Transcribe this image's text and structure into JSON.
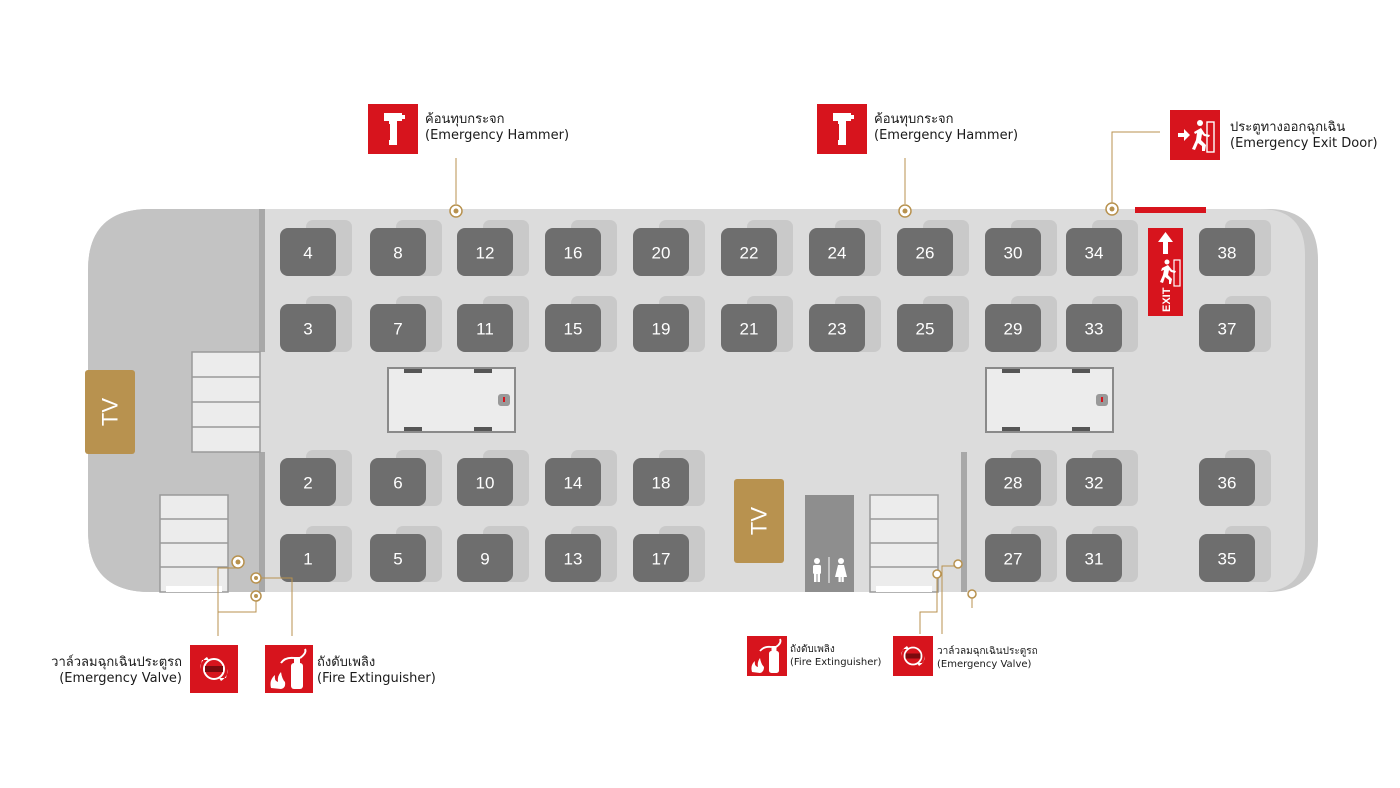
{
  "seats": [
    {
      "n": "4",
      "col": 0,
      "row": 0
    },
    {
      "n": "3",
      "col": 0,
      "row": 1
    },
    {
      "n": "2",
      "col": 0,
      "row": 2
    },
    {
      "n": "1",
      "col": 0,
      "row": 3
    },
    {
      "n": "8",
      "col": 1,
      "row": 0
    },
    {
      "n": "7",
      "col": 1,
      "row": 1
    },
    {
      "n": "6",
      "col": 1,
      "row": 2
    },
    {
      "n": "5",
      "col": 1,
      "row": 3
    },
    {
      "n": "12",
      "col": 2,
      "row": 0
    },
    {
      "n": "11",
      "col": 2,
      "row": 1
    },
    {
      "n": "10",
      "col": 2,
      "row": 2
    },
    {
      "n": "9",
      "col": 2,
      "row": 3
    },
    {
      "n": "16",
      "col": 3,
      "row": 0
    },
    {
      "n": "15",
      "col": 3,
      "row": 1
    },
    {
      "n": "14",
      "col": 3,
      "row": 2
    },
    {
      "n": "13",
      "col": 3,
      "row": 3
    },
    {
      "n": "20",
      "col": 4,
      "row": 0
    },
    {
      "n": "19",
      "col": 4,
      "row": 1
    },
    {
      "n": "18",
      "col": 4,
      "row": 2
    },
    {
      "n": "17",
      "col": 4,
      "row": 3
    },
    {
      "n": "22",
      "col": 5,
      "row": 0
    },
    {
      "n": "21",
      "col": 5,
      "row": 1
    },
    {
      "n": "24",
      "col": 6,
      "row": 0
    },
    {
      "n": "23",
      "col": 6,
      "row": 1
    },
    {
      "n": "26",
      "col": 7,
      "row": 0
    },
    {
      "n": "25",
      "col": 7,
      "row": 1
    },
    {
      "n": "30",
      "col": 8,
      "row": 0
    },
    {
      "n": "29",
      "col": 8,
      "row": 1
    },
    {
      "n": "28",
      "col": 8,
      "row": 2
    },
    {
      "n": "27",
      "col": 8,
      "row": 3
    },
    {
      "n": "34",
      "col": 9,
      "row": 0
    },
    {
      "n": "33",
      "col": 9,
      "row": 1
    },
    {
      "n": "32",
      "col": 9,
      "row": 2
    },
    {
      "n": "31",
      "col": 9,
      "row": 3
    },
    {
      "n": "38",
      "col": 10,
      "row": 0
    },
    {
      "n": "37",
      "col": 10,
      "row": 1
    },
    {
      "n": "36",
      "col": 10,
      "row": 2
    },
    {
      "n": "35",
      "col": 10,
      "row": 3
    }
  ],
  "tv_label": "TV",
  "exit_sign": "EXIT",
  "callouts": {
    "hammer_1": {
      "th": "ค้อนทุบกระจก",
      "en": "(Emergency Hammer)"
    },
    "hammer_2": {
      "th": "ค้อนทุบกระจก",
      "en": "(Emergency Hammer)"
    },
    "exit_door": {
      "th": "ประตูทางออกฉุกเฉิน",
      "en": "(Emergency Exit Door)"
    },
    "valve_1": {
      "th": "วาล์วลมฉุกเฉินประตูรถ",
      "en": "(Emergency Valve)"
    },
    "extinguisher_1": {
      "th": "ถังดับเพลิง",
      "en": "(Fire Extinguisher)"
    },
    "extinguisher_2": {
      "th": "ถังดับเพลิง",
      "en": "(Fire Extinguisher)"
    },
    "valve_2": {
      "th": "วาล์วลมฉุกเฉินประตูรถ",
      "en": "(Emergency Valve)"
    }
  },
  "colors": {
    "accent": "#d7141d",
    "tv": "#b8924f",
    "seat": "#6e6e6e",
    "seat_back": "#c9c9c9",
    "floor": "#dcdcdc",
    "front": "#c3c3c3",
    "line": "#b8924f"
  }
}
